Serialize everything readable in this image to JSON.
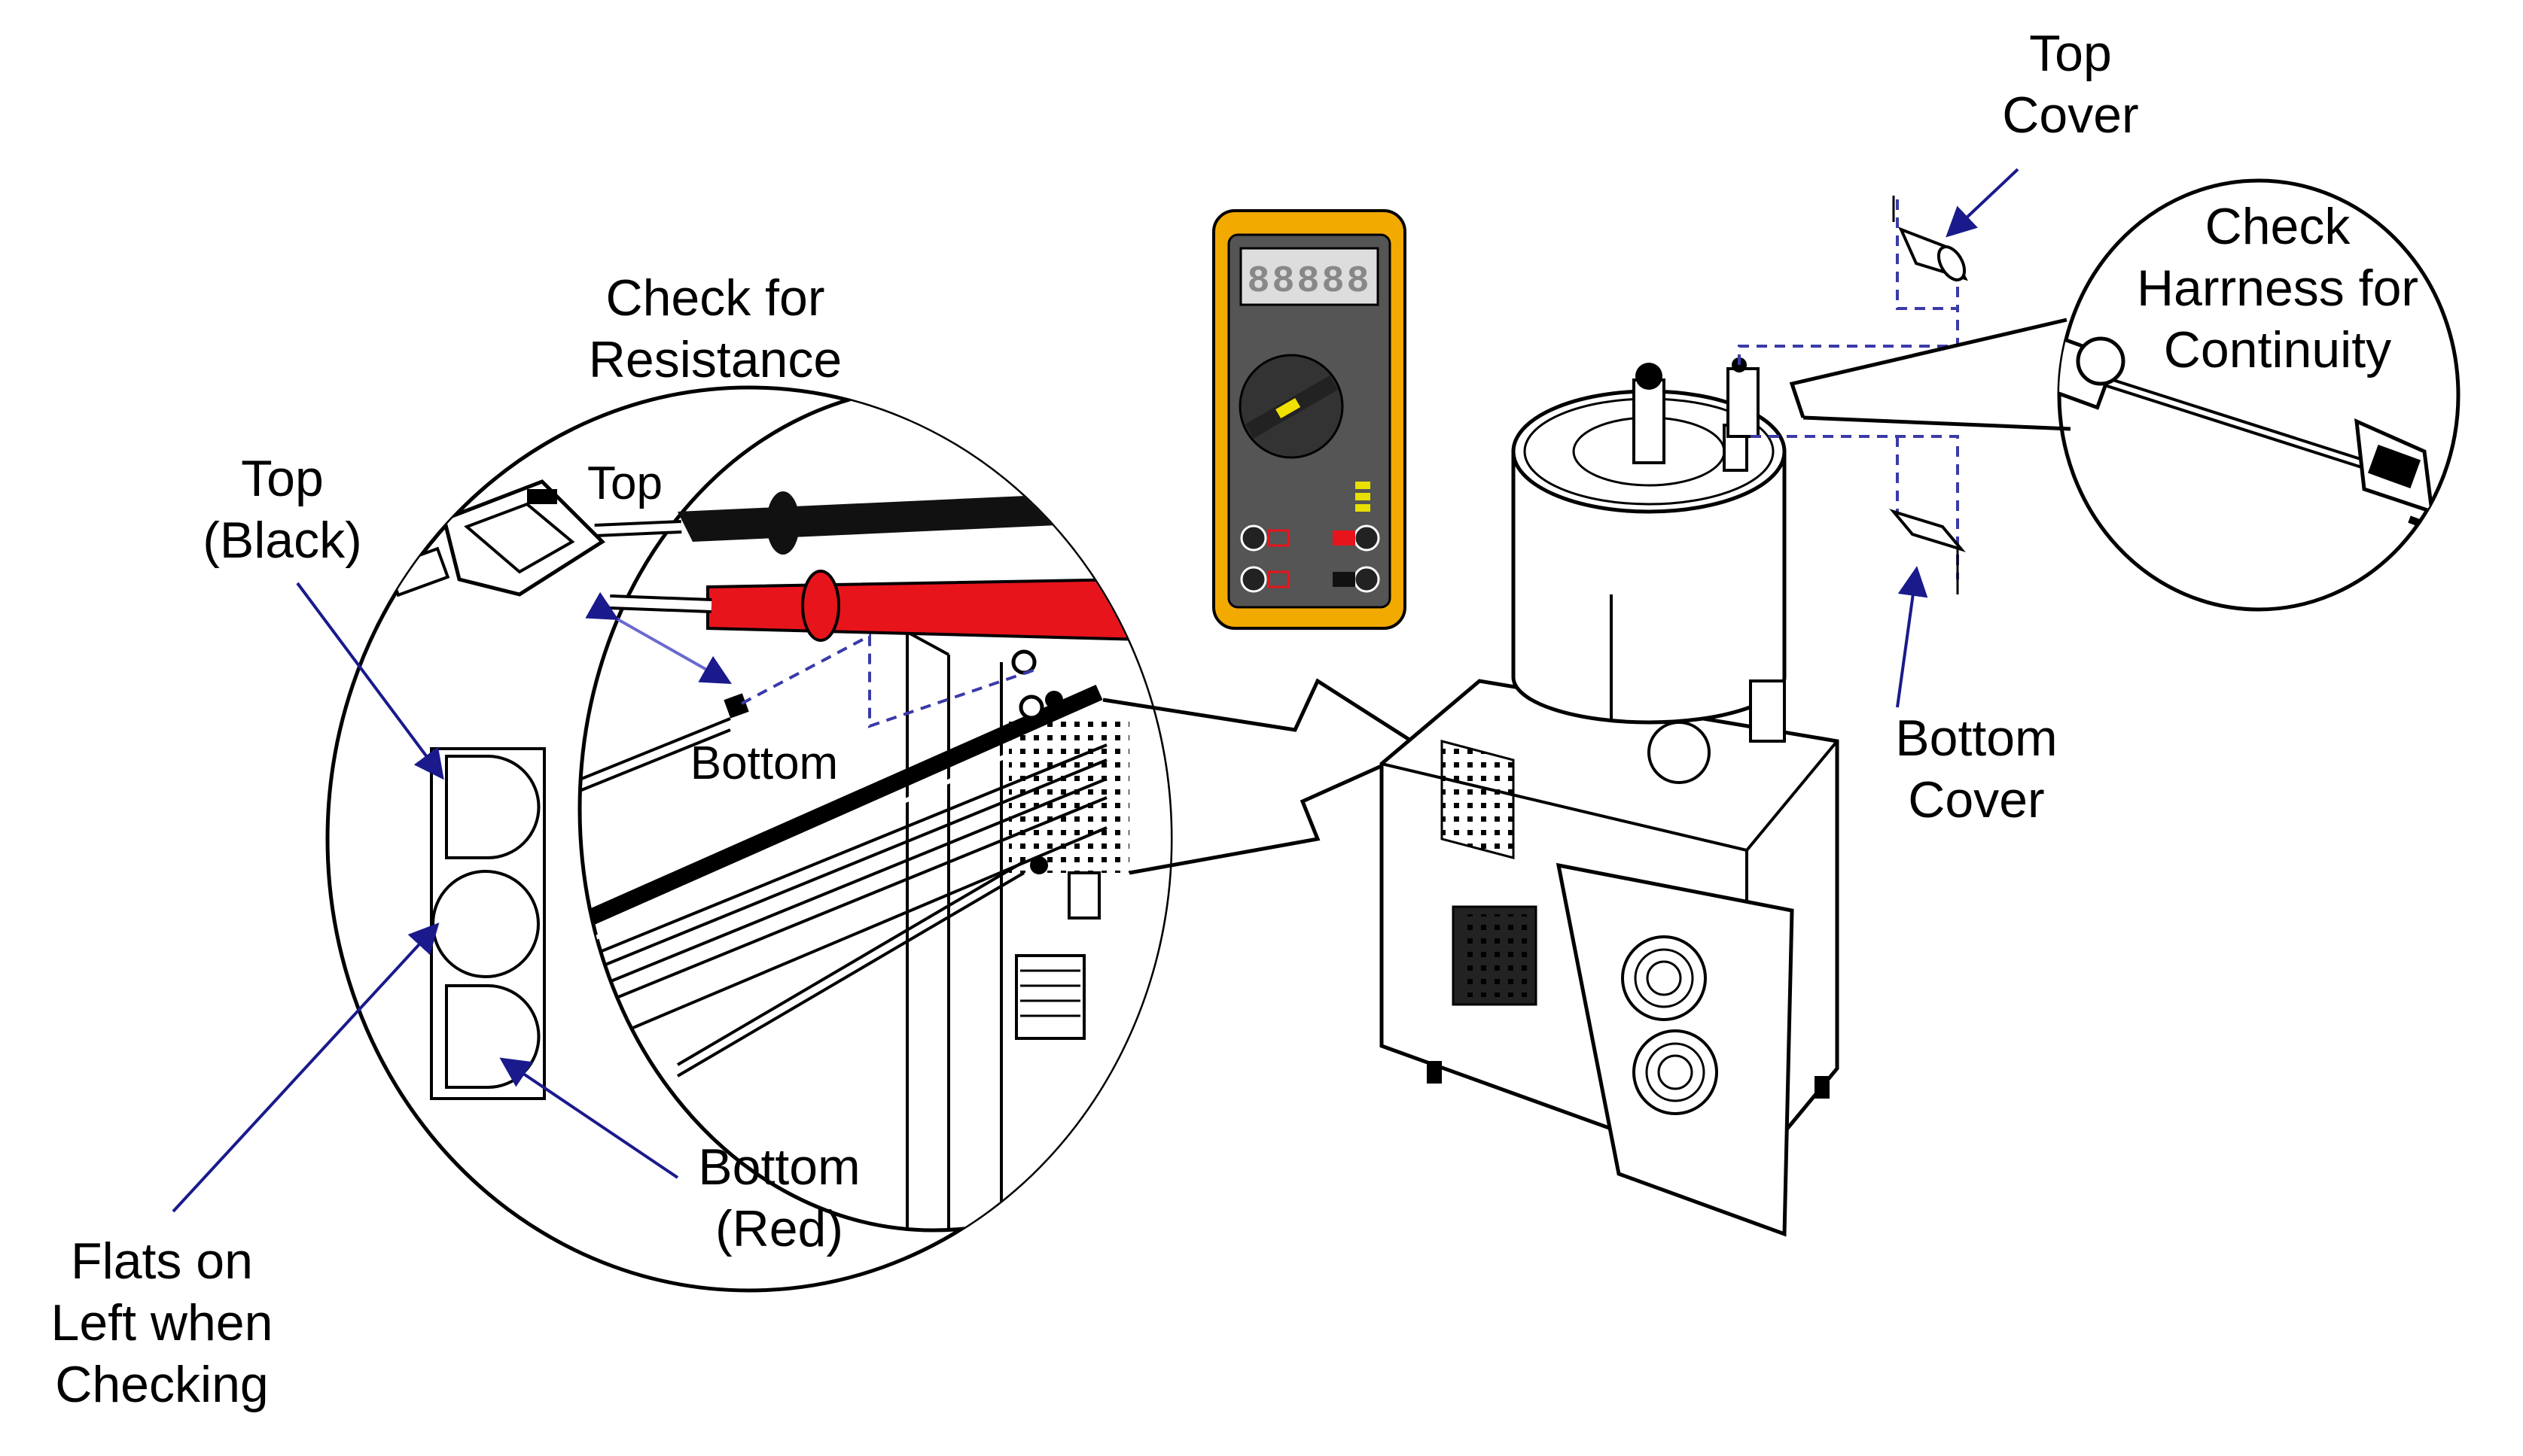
{
  "labels": {
    "check_resistance": [
      "Check for",
      "Resistance"
    ],
    "top_black": [
      "Top",
      "(Black)"
    ],
    "probe_top": "Top",
    "probe_bottom": "Bottom",
    "bottom_red": [
      "Bottom",
      "(Red)"
    ],
    "flats": [
      "Flats on",
      "Left when",
      "Checking"
    ],
    "top_cover": [
      "Top",
      "Cover"
    ],
    "bottom_cover": [
      "Bottom",
      "Cover"
    ],
    "check_harness": [
      "Check",
      "Harrness for",
      "Continuity"
    ]
  },
  "meter": {
    "display": "88888"
  },
  "colors": {
    "leader_arrow": "#1a1a8c",
    "dashed_line": "#3a3aa8",
    "meter_body": "#f2a900",
    "meter_face": "#555555",
    "red_probe": "#e8141c",
    "black_probe": "#111111"
  }
}
